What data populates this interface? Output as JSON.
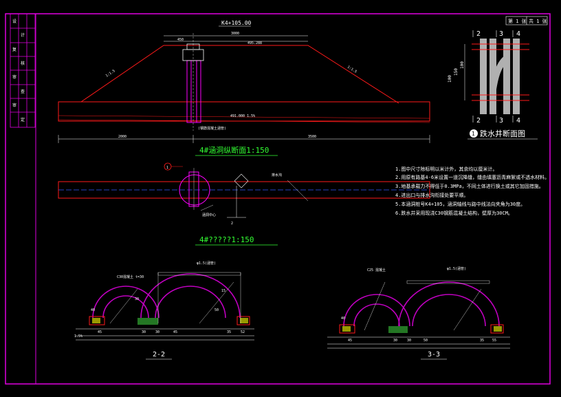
{
  "colors": {
    "frame": "#e000e0",
    "red": "#ff1a1a",
    "white": "#ffffff",
    "green": "#33ff33",
    "yellow": "#ffff00",
    "cyan": "#00e5ff",
    "arch": "#c000c0"
  },
  "title_block": {
    "sheet_label": "第 1 张",
    "total_label": "共 1 张",
    "cells": [
      "设",
      "计",
      "复",
      "核",
      "审",
      "查",
      "审",
      "定"
    ]
  },
  "profile": {
    "station_top": "K4+105.00",
    "top_width": "3000",
    "left_dim": "450",
    "right_elev": "495.288",
    "slope_left": "1:1.5",
    "slope_right": "1:1.5",
    "bottom_elev": "491.000  1.5%",
    "note": "(钢筋混凝土涵管)",
    "dim_left": "2000",
    "dim_right": "3500",
    "title": "4#涵洞纵断面1:150"
  },
  "plan": {
    "title": "4#?????1:150",
    "callout_left": "涵洞中心",
    "callout_right": "排水沟",
    "label_a": "1",
    "label_b": "2"
  },
  "notes": [
    "1.图中尺寸除标明以米计外，其余均以厘米计。",
    "2.用原有路基4-6米设置一道沉降缝，缝由填塞沥青麻絮或不透水材料。",
    "3.地基承载力不得低于0.3MPa，不同土体进行换土或其它加固措施。",
    "4.进出口与排水沟衔接处要平顺。",
    "5.本涵洞桩号K4+105，涵洞轴线与路中线法向夹角为30度。",
    "6.跌水井采用现浇C30钢筋混凝土结构，壁厚为30CM。"
  ],
  "drop_well": {
    "marker": "1",
    "title": "跌水井断面图",
    "labels_top": [
      "2",
      "3",
      "4"
    ],
    "labels_bottom": [
      "2",
      "3",
      "4"
    ],
    "dims": [
      "100",
      "150",
      "100"
    ]
  },
  "section_2": {
    "title": "2-2",
    "dims": [
      "40",
      "45",
      "30",
      "30",
      "45",
      "35",
      "52",
      "50",
      "30",
      "15"
    ],
    "note_left": "C30混凝土 t=30",
    "note_top": "φ1.5(涵管)",
    "elev": "1.5%"
  },
  "section_3": {
    "title": "3-3",
    "dims": [
      "40",
      "45",
      "30",
      "30",
      "50",
      "35",
      "55"
    ],
    "note_left": "C25 混凝土",
    "note_top": "φ1.5(涵管)"
  }
}
